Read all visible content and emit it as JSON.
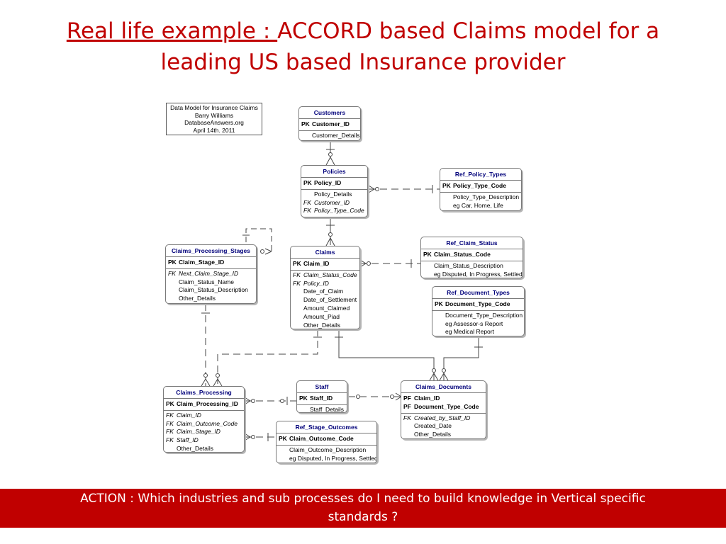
{
  "title": {
    "underlined": "Real life example : ",
    "rest": "ACCORD based  Claims model for a",
    "line2": "leading US based Insurance provider"
  },
  "note": {
    "lines": [
      "Data Model for Insurance Claims",
      "Barry Williams",
      "DatabaseAnswers.org",
      "April 14th. 2011"
    ]
  },
  "entities": {
    "customers": {
      "name": "Customers",
      "pk": [
        [
          "PK",
          "Customer_ID"
        ]
      ],
      "attrs": [
        [
          "",
          "Customer_Details"
        ]
      ]
    },
    "policies": {
      "name": "Policies",
      "pk": [
        [
          "PK",
          "Policy_ID"
        ]
      ],
      "attrs": [
        [
          "",
          "Policy_Details"
        ],
        [
          "FK",
          "Customer_ID"
        ],
        [
          "FK",
          "Policy_Type_Code"
        ]
      ]
    },
    "ref_policy_types": {
      "name": "Ref_Policy_Types",
      "pk": [
        [
          "PK",
          "Policy_Type_Code"
        ]
      ],
      "attrs": [
        [
          "",
          "Policy_Type_Description"
        ],
        [
          "",
          "eg Car, Home, Life"
        ]
      ]
    },
    "claims_processing_stages": {
      "name": "Claims_Processing_Stages",
      "pk": [
        [
          "PK",
          "Claim_Stage_ID"
        ]
      ],
      "attrs": [
        [
          "FK",
          "Next_Claim_Stage_ID"
        ],
        [
          "",
          "Claim_Status_Name"
        ],
        [
          "",
          "Claim_Status_Description"
        ],
        [
          "",
          "Other_Details"
        ]
      ]
    },
    "claims": {
      "name": "Claims",
      "pk": [
        [
          "PK",
          "Claim_ID"
        ]
      ],
      "attrs": [
        [
          "FK",
          "Claim_Status_Code"
        ],
        [
          "FK",
          "Policy_ID"
        ],
        [
          "",
          "Date_of_Claim"
        ],
        [
          "",
          "Date_of_Settlement"
        ],
        [
          "",
          "Amount_Claimed"
        ],
        [
          "",
          "Amount_Piad"
        ],
        [
          "",
          "Other_Details"
        ]
      ]
    },
    "ref_claim_status": {
      "name": "Ref_Claim_Status",
      "pk": [
        [
          "PK",
          "Claim_Status_Code"
        ]
      ],
      "attrs": [
        [
          "",
          "Claim_Status_Description"
        ],
        [
          "",
          "eg Disputed, In Progress, Settled"
        ]
      ]
    },
    "ref_document_types": {
      "name": "Ref_Document_Types",
      "pk": [
        [
          "PK",
          "Document_Type_Code"
        ]
      ],
      "attrs": [
        [
          "",
          "Document_Type_Description"
        ],
        [
          "",
          "eg Assessor-s Report"
        ],
        [
          "",
          "eg Medical Report"
        ]
      ]
    },
    "claims_processing": {
      "name": "Claims_Processing",
      "pk": [
        [
          "PK",
          "Claim_Processing_ID"
        ]
      ],
      "attrs": [
        [
          "FK",
          "Claim_ID"
        ],
        [
          "FK",
          "Claim_Outcome_Code"
        ],
        [
          "FK",
          "Claim_Stage_ID"
        ],
        [
          "FK",
          "Staff_ID"
        ],
        [
          "",
          "Other_Details"
        ]
      ]
    },
    "staff": {
      "name": "Staff",
      "pk": [
        [
          "PK",
          "Staff_ID"
        ]
      ],
      "attrs": [
        [
          "",
          "Staff_Details"
        ]
      ]
    },
    "claims_documents": {
      "name": "Claims_Documents",
      "pk": [
        [
          "PF",
          "Claim_ID"
        ],
        [
          "PF",
          "Document_Type_Code"
        ]
      ],
      "attrs": [
        [
          "FK",
          "Created_by_Staff_ID"
        ],
        [
          "",
          "Created_Date"
        ],
        [
          "",
          "Other_Details"
        ]
      ]
    },
    "ref_stage_outcomes": {
      "name": "Ref_Stage_Outcomes",
      "pk": [
        [
          "PK",
          "Claim_Outcome_Code"
        ]
      ],
      "attrs": [
        [
          "",
          "Claim_Outcome_Description"
        ],
        [
          "",
          "eg Disputed, In Progress, Settled"
        ]
      ]
    }
  },
  "banner": {
    "line1": "ACTION : Which industries and sub processes do I need to build knowledge in Vertical specific",
    "line2": "standards ?"
  }
}
